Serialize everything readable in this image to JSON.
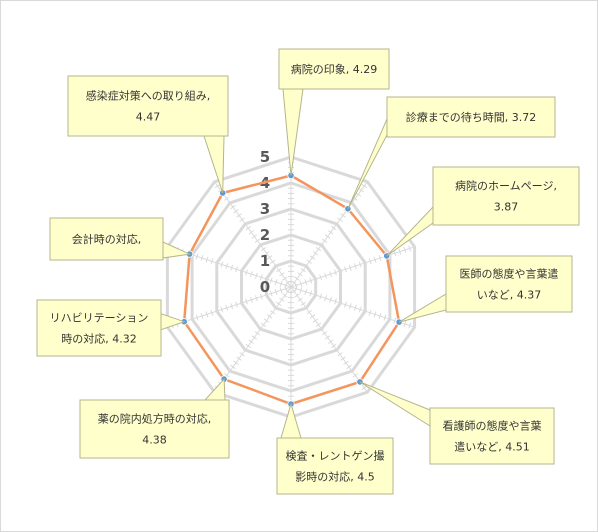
{
  "chart_data": {
    "type": "radar",
    "rmin": 0,
    "rmax": 5,
    "ticks": [
      "0",
      "1",
      "2",
      "3",
      "4",
      "5"
    ],
    "categories": [
      "病院の印象",
      "診療までの待ち時間",
      "病院のホームページ",
      "医師の態度や言葉遣いなど",
      "看護師の態度や言葉遣いなど",
      "検査・レントゲン撮影時の対応",
      "薬の院内処方時の対応",
      "リハビリテーション時の対応",
      "会計時の対応",
      "感染症対策への取り組み"
    ],
    "values": [
      4.29,
      3.72,
      3.87,
      4.37,
      4.51,
      4.5,
      4.38,
      4.32,
      4.1,
      4.47
    ],
    "labels": [
      [
        "病院の印象, 4.29"
      ],
      [
        "診療までの待ち時間, 3.72"
      ],
      [
        "病院のホームページ,",
        "3.87"
      ],
      [
        "医師の態度や言葉遣",
        "いなど, 4.37"
      ],
      [
        "看護師の態度や言葉",
        "遣いなど, 4.51"
      ],
      [
        "検査・レントゲン撮",
        "影時の対応, 4.5"
      ],
      [
        "薬の院内処方時の対応,",
        "4.38"
      ],
      [
        "リハビリテーション",
        "時の対応, 4.32"
      ],
      [
        "会計時の対応,"
      ],
      [
        "感染症対策への取り組み,",
        "4.47"
      ]
    ],
    "colors": {
      "series_line": "#f4955e",
      "marker": "#5b9bd5",
      "grid": "#d9d9d9",
      "callout_fill": "#ffffcc",
      "callout_border": "#b5b58c"
    }
  }
}
